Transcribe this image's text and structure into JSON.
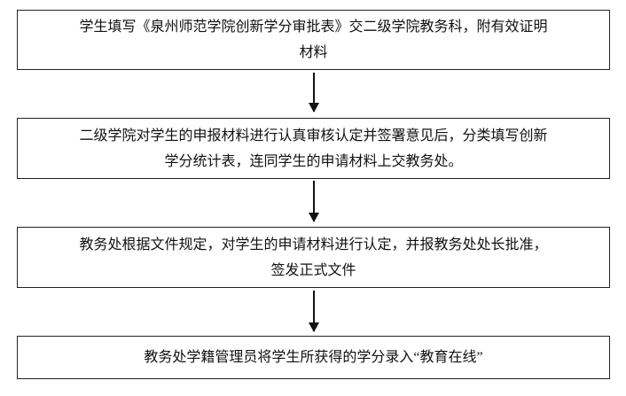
{
  "steps": [
    {
      "line1": "学生填写《泉州师范学院创新学分审批表》交二级学院教务科，附有效证明",
      "line2": "材料"
    },
    {
      "line1": "二级学院对学生的申报材料进行认真审核认定并签署意见后，分类填写创新",
      "line2": "学分统计表，连同学生的申请材料上交教务处。"
    },
    {
      "line1": "教务处根据文件规定，对学生的申请材料进行认定，并报教务处处长批准，",
      "line2": "签发正式文件"
    },
    {
      "line1": "教务处学籍管理员将学生所获得的学分录入“教育在线”"
    }
  ]
}
